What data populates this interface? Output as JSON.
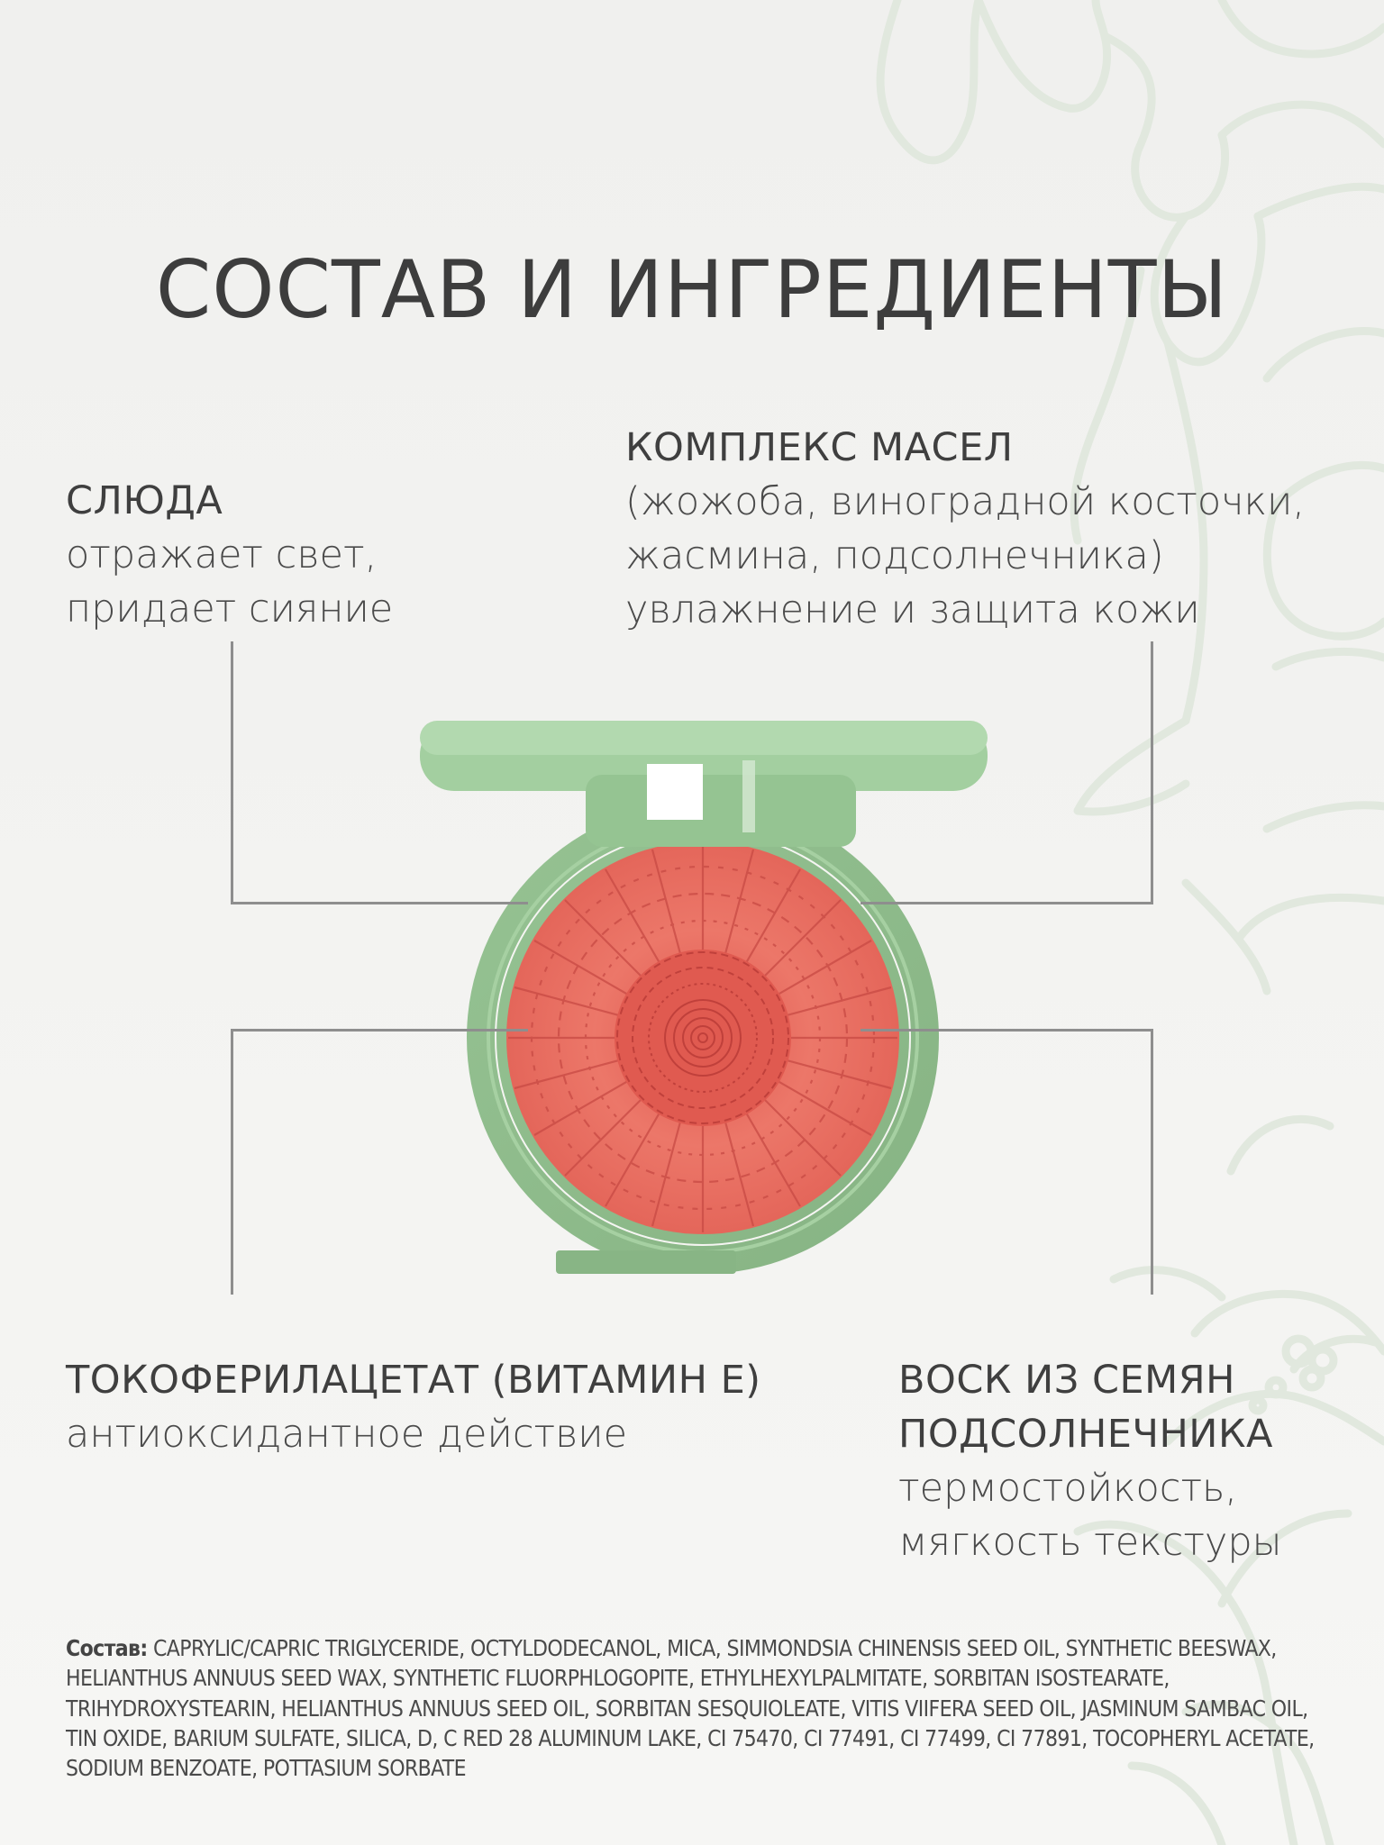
{
  "page": {
    "title": "СОСТАВ И ИНГРЕДИЕНТЫ",
    "background_color": "#f2f2f0",
    "accent_green": "#8fbf8c",
    "floral_color": "#e2e9df",
    "powder_color": "#e8685c",
    "text_color": "#3e3e3e"
  },
  "callouts": {
    "mica": {
      "heading": "СЛЮДА",
      "lines": [
        "отражает свет,",
        "придает сияние"
      ]
    },
    "oils": {
      "heading": "КОМПЛЕКС МАСЕЛ",
      "lines": [
        "(жожоба, виноградной косточки,",
        "жасмина, подсолнечника)",
        "увлажнение и защита кожи"
      ]
    },
    "vitamin_e": {
      "heading": "ТОКОФЕРИЛАЦЕТАТ (ВИТАМИН Е)",
      "lines": [
        "антиоксидантное действие"
      ]
    },
    "wax": {
      "heading_lines": [
        "ВОСК ИЗ СЕМЯН",
        "ПОДСОЛНЕЧНИКА"
      ],
      "lines": [
        "термостойкость,",
        "мягкость текстуры"
      ]
    }
  },
  "product": {
    "image": "blush-compact-icon",
    "case_color": "#8fbb8b",
    "lid_color": "#9cc89a"
  },
  "composition": {
    "label": "Состав:",
    "text": "CAPRYLIC/CAPRIC TRIGLYCERIDE, OCTYLDODECANOL, MICA, SIMMONDSIA CHINENSIS SEED OIL, SYNTHETIC BEESWAX, HELIANTHUS ANNUUS SEED WAX, SYNTHETIC FLUORPHLOGOPITE, ETHYLHEXYLPALMITATE, SORBITAN ISOSTEARATE, TRIHYDROXYSTEARIN, HELIANTHUS ANNUUS SEED OIL, SORBITAN SESQUIOLEATE, VITIS VIIFERA SEED OIL, JASMINUM SAMBAC OIL, TIN OXIDE, BARIUM SULFATE, SILICA, D, C RED 28 ALUMINUM LAKE, CI 75470, CI 77491, CI 77499, CI 77891, TOCOPHERYL ACETATE, SODIUM BENZOATE, POTTASIUM SORBATE"
  }
}
